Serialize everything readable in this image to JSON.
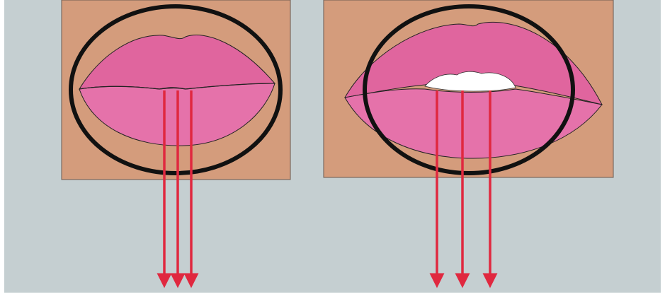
{
  "colors": {
    "background": "#c5cfd1",
    "skin": "#d49c7c",
    "lip": "#e0659e",
    "lip_highlight": "#ea82b4",
    "outline": "#111111",
    "teeth": "#ffffff",
    "arrow": "#e0283f"
  },
  "panels": [
    {
      "id": "closed-lips",
      "teeth_visible": false,
      "arrow_count": 3
    },
    {
      "id": "open-lips",
      "teeth_visible": true,
      "arrow_count": 3
    }
  ]
}
